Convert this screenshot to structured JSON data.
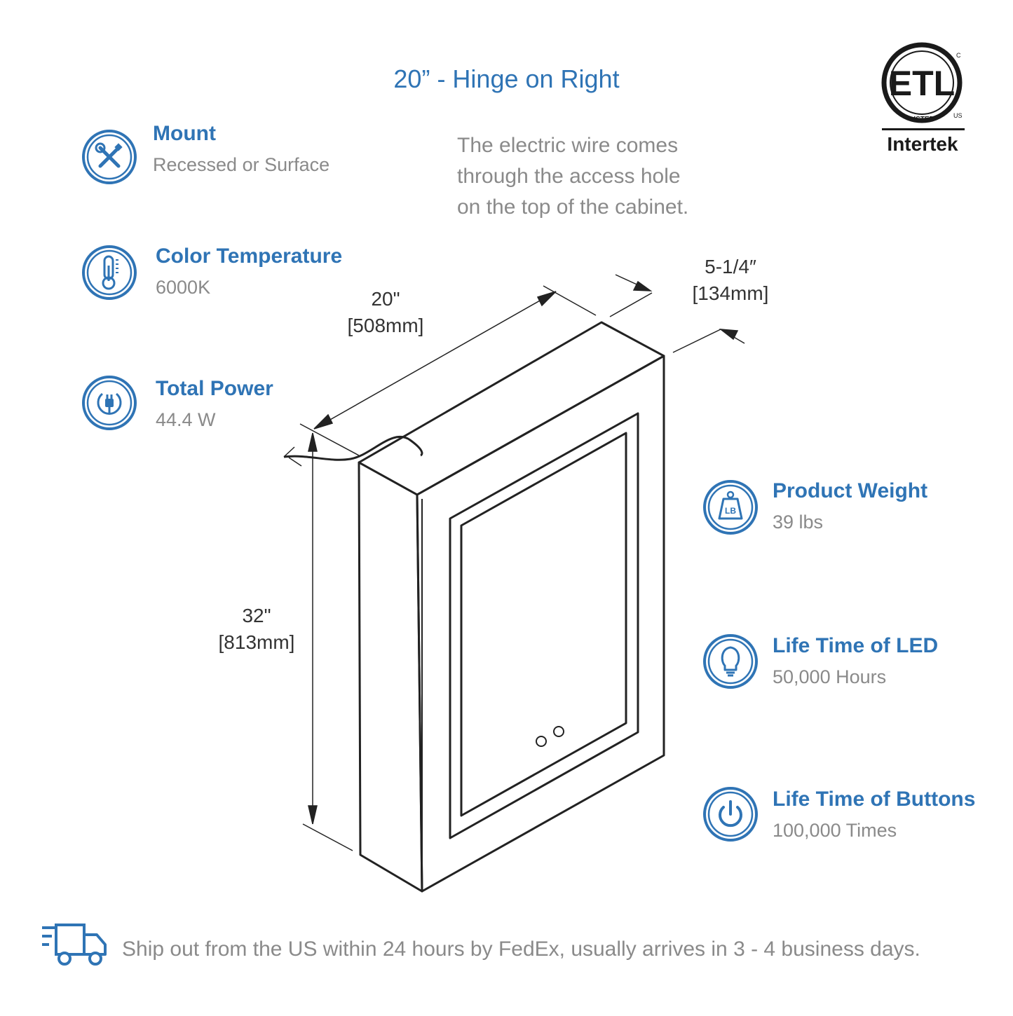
{
  "title": "20” - Hinge on Right",
  "certification": {
    "mark": "ETL",
    "listed": "LISTED",
    "us_mark": "US",
    "c_mark": "C",
    "brand": "Intertek"
  },
  "features_left": [
    {
      "title": "Mount",
      "value": "Recessed or Surface",
      "icon": "tools-icon"
    },
    {
      "title": "Color Temperature",
      "value": "6000K",
      "icon": "thermometer-icon"
    },
    {
      "title": "Total Power",
      "value": "44.4 W",
      "icon": "plug-icon"
    }
  ],
  "features_right": [
    {
      "title": "Product Weight",
      "value": "39 lbs",
      "icon": "weight-icon",
      "icon_text": "LB"
    },
    {
      "title": "Life Time of LED",
      "value": "50,000 Hours",
      "icon": "lightbulb-icon"
    },
    {
      "title": "Life Time of Buttons",
      "value": "100,000 Times",
      "icon": "power-icon"
    }
  ],
  "wire_note": {
    "lines": [
      "The electric wire comes",
      "through the access hole",
      "on the top of the cabinet."
    ]
  },
  "dimensions": {
    "width": {
      "imperial": "20\"",
      "metric": "[508mm]"
    },
    "depth": {
      "imperial": "5-1/4″",
      "metric": "[134mm]"
    },
    "height": {
      "imperial": "32\"",
      "metric": "[813mm]"
    }
  },
  "shipping": {
    "text": "Ship out from the US within 24 hours by FedEx, usually arrives in 3 - 4 business days.",
    "icon": "delivery-truck-icon"
  },
  "colors": {
    "accent": "#2f74b5",
    "muted": "#8a8a8a",
    "line": "#222222"
  }
}
